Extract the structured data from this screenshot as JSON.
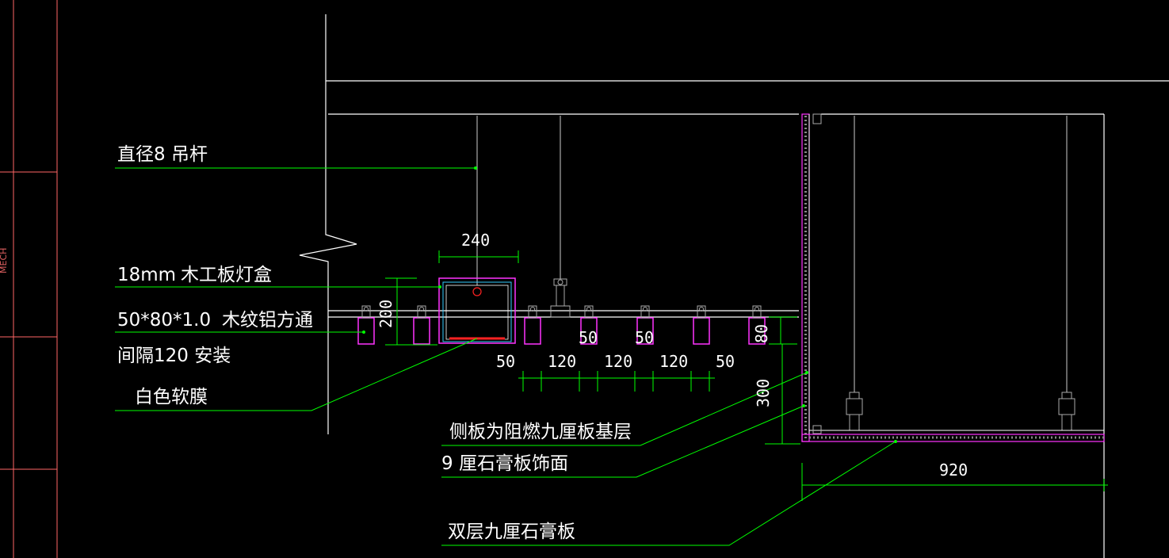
{
  "colors": {
    "background": "#000000",
    "line": "#ffffff",
    "leader": "#00ff00",
    "magenta": "#ff33ff",
    "cyan": "#33ccff",
    "red": "#ff2222",
    "frame": "#ff6666",
    "gray": "#aaaaaa"
  },
  "side_strip": {
    "text": "MECH"
  },
  "annotations": {
    "rod": "直径8 吊杆",
    "lightbox_size": "18mm",
    "lightbox_name": "木工板灯盒",
    "tube_size": "50*80*1.0",
    "tube_name": "木纹铝方通",
    "spacing": "间隔120  安装",
    "membrane": "白色软膜",
    "side_board": "侧板为阻燃九厘板基层",
    "gypsum_face": "9 厘石膏板饰面",
    "double_gypsum": "双层九厘石膏板"
  },
  "dimensions": {
    "box_width": "240",
    "box_height": "200",
    "tube_label_a": "50",
    "tube_label_b": "50",
    "spacing_values": [
      "50",
      "120",
      "120",
      "120",
      "50"
    ],
    "tube_height": "80",
    "drop": "300",
    "soffit_width": "920"
  }
}
